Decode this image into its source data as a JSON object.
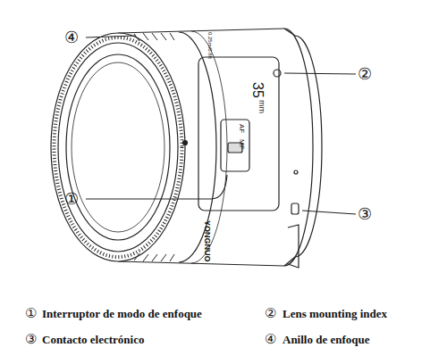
{
  "diagram": {
    "labels": [
      "④",
      "②",
      "①",
      "③",
      "35",
      "mm",
      "AF",
      "MF",
      "YONGNUO",
      "0.25m/0.8ft",
      "①",
      "Interruptor de modo de enfoque",
      "②",
      "Lens mounting index",
      "③",
      "Contacto electrónico",
      "④",
      "Anillo de enfoque"
    ]
  }
}
